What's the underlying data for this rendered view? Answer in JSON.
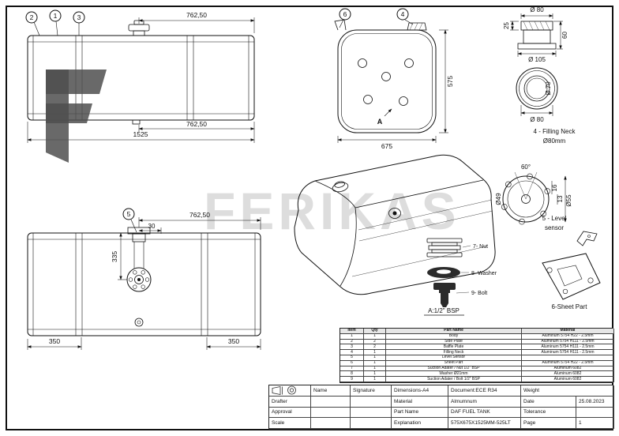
{
  "watermark": {
    "text": "FERIKAS"
  },
  "callouts": {
    "b1": "1",
    "b2": "2",
    "b3": "3",
    "b4": "4",
    "b5": "5",
    "b6": "6"
  },
  "front_view": {
    "dim_top": "762,50",
    "dim_bottom1": "762,50",
    "dim_bottom2": "1525"
  },
  "end_view": {
    "dim_height": "575",
    "dim_width": "675",
    "section_label": "A"
  },
  "filling_neck": {
    "dim_d80_top": "Ø 80",
    "dim_25": "25",
    "dim_60": "60",
    "dim_d105": "Ø 105",
    "dim_d70": "Ø 70",
    "dim_d80_bot": "Ø 80",
    "caption1": "4 - Filling Neck",
    "caption2": "Ø80mm"
  },
  "level_sensor": {
    "dim_angle": "60°",
    "dim_d49": "Ø49",
    "dim_16": "16",
    "dim_13": "13",
    "dim_d55": "Ø55",
    "caption1": "5 - Level",
    "caption2": "sensor"
  },
  "top_view": {
    "dim_top": "762,50",
    "dim_30": "30",
    "dim_335": "335",
    "dim_350_left": "350",
    "dim_350_right": "350"
  },
  "fasteners": {
    "nut": "7- Nut",
    "washer": "8- Washer",
    "bolt": "9- Bolt",
    "thread": "A:1/2\" BSP"
  },
  "sheet_part": {
    "caption": "6-Sheet Part"
  },
  "parts_table": {
    "headers": [
      "Item",
      "Qty",
      "Part Name",
      "Material"
    ],
    "rows": [
      [
        "1",
        "1",
        "Body",
        "Aluminum 5754 H22 - 2.5mm"
      ],
      [
        "2",
        "2",
        "Side Plate",
        "Aluminum 5754 H111 - 2.5mm"
      ],
      [
        "3",
        "2",
        "Baffle Plate",
        "Aluminum 5754 H111 - 2.5mm"
      ],
      [
        "4",
        "1",
        "Filling Neck",
        "Aluminum 5754 H111 - 2.5mm"
      ],
      [
        "5",
        "1",
        "Level Sensor",
        ""
      ],
      [
        "6",
        "1",
        "Sheet Part",
        "Aluminum 5754 H22 - 2.5mm"
      ],
      [
        "7",
        "1",
        "Suction Adater / Nut 1/2\" BSP",
        "Aluminum 6082"
      ],
      [
        "8",
        "1",
        "Washer Ø21mm",
        "Aluminum 6082"
      ],
      [
        "9",
        "1",
        "Suction Adater / Bolt 1/2\" BSP",
        "Aluminum 6082"
      ]
    ]
  },
  "title_block": {
    "name": "Name",
    "signature": "Signature",
    "dimensions": "Dimensions-A4",
    "document": "Document:ECE R34",
    "weight": "Weight",
    "drafter": "Drafter",
    "material": "Material",
    "material_value": "Almumnum",
    "date": "Date",
    "date_value": "25.08.2023",
    "approval": "Approval",
    "part_name": "Part Name",
    "part_name_value": "DAF FUEL TANK",
    "tolerance": "Tolerance",
    "scale": "Scale",
    "explanation": "Explanation",
    "explanation_value": "575X675X1525MM-525LT",
    "page": "Page",
    "page_value": "1"
  }
}
